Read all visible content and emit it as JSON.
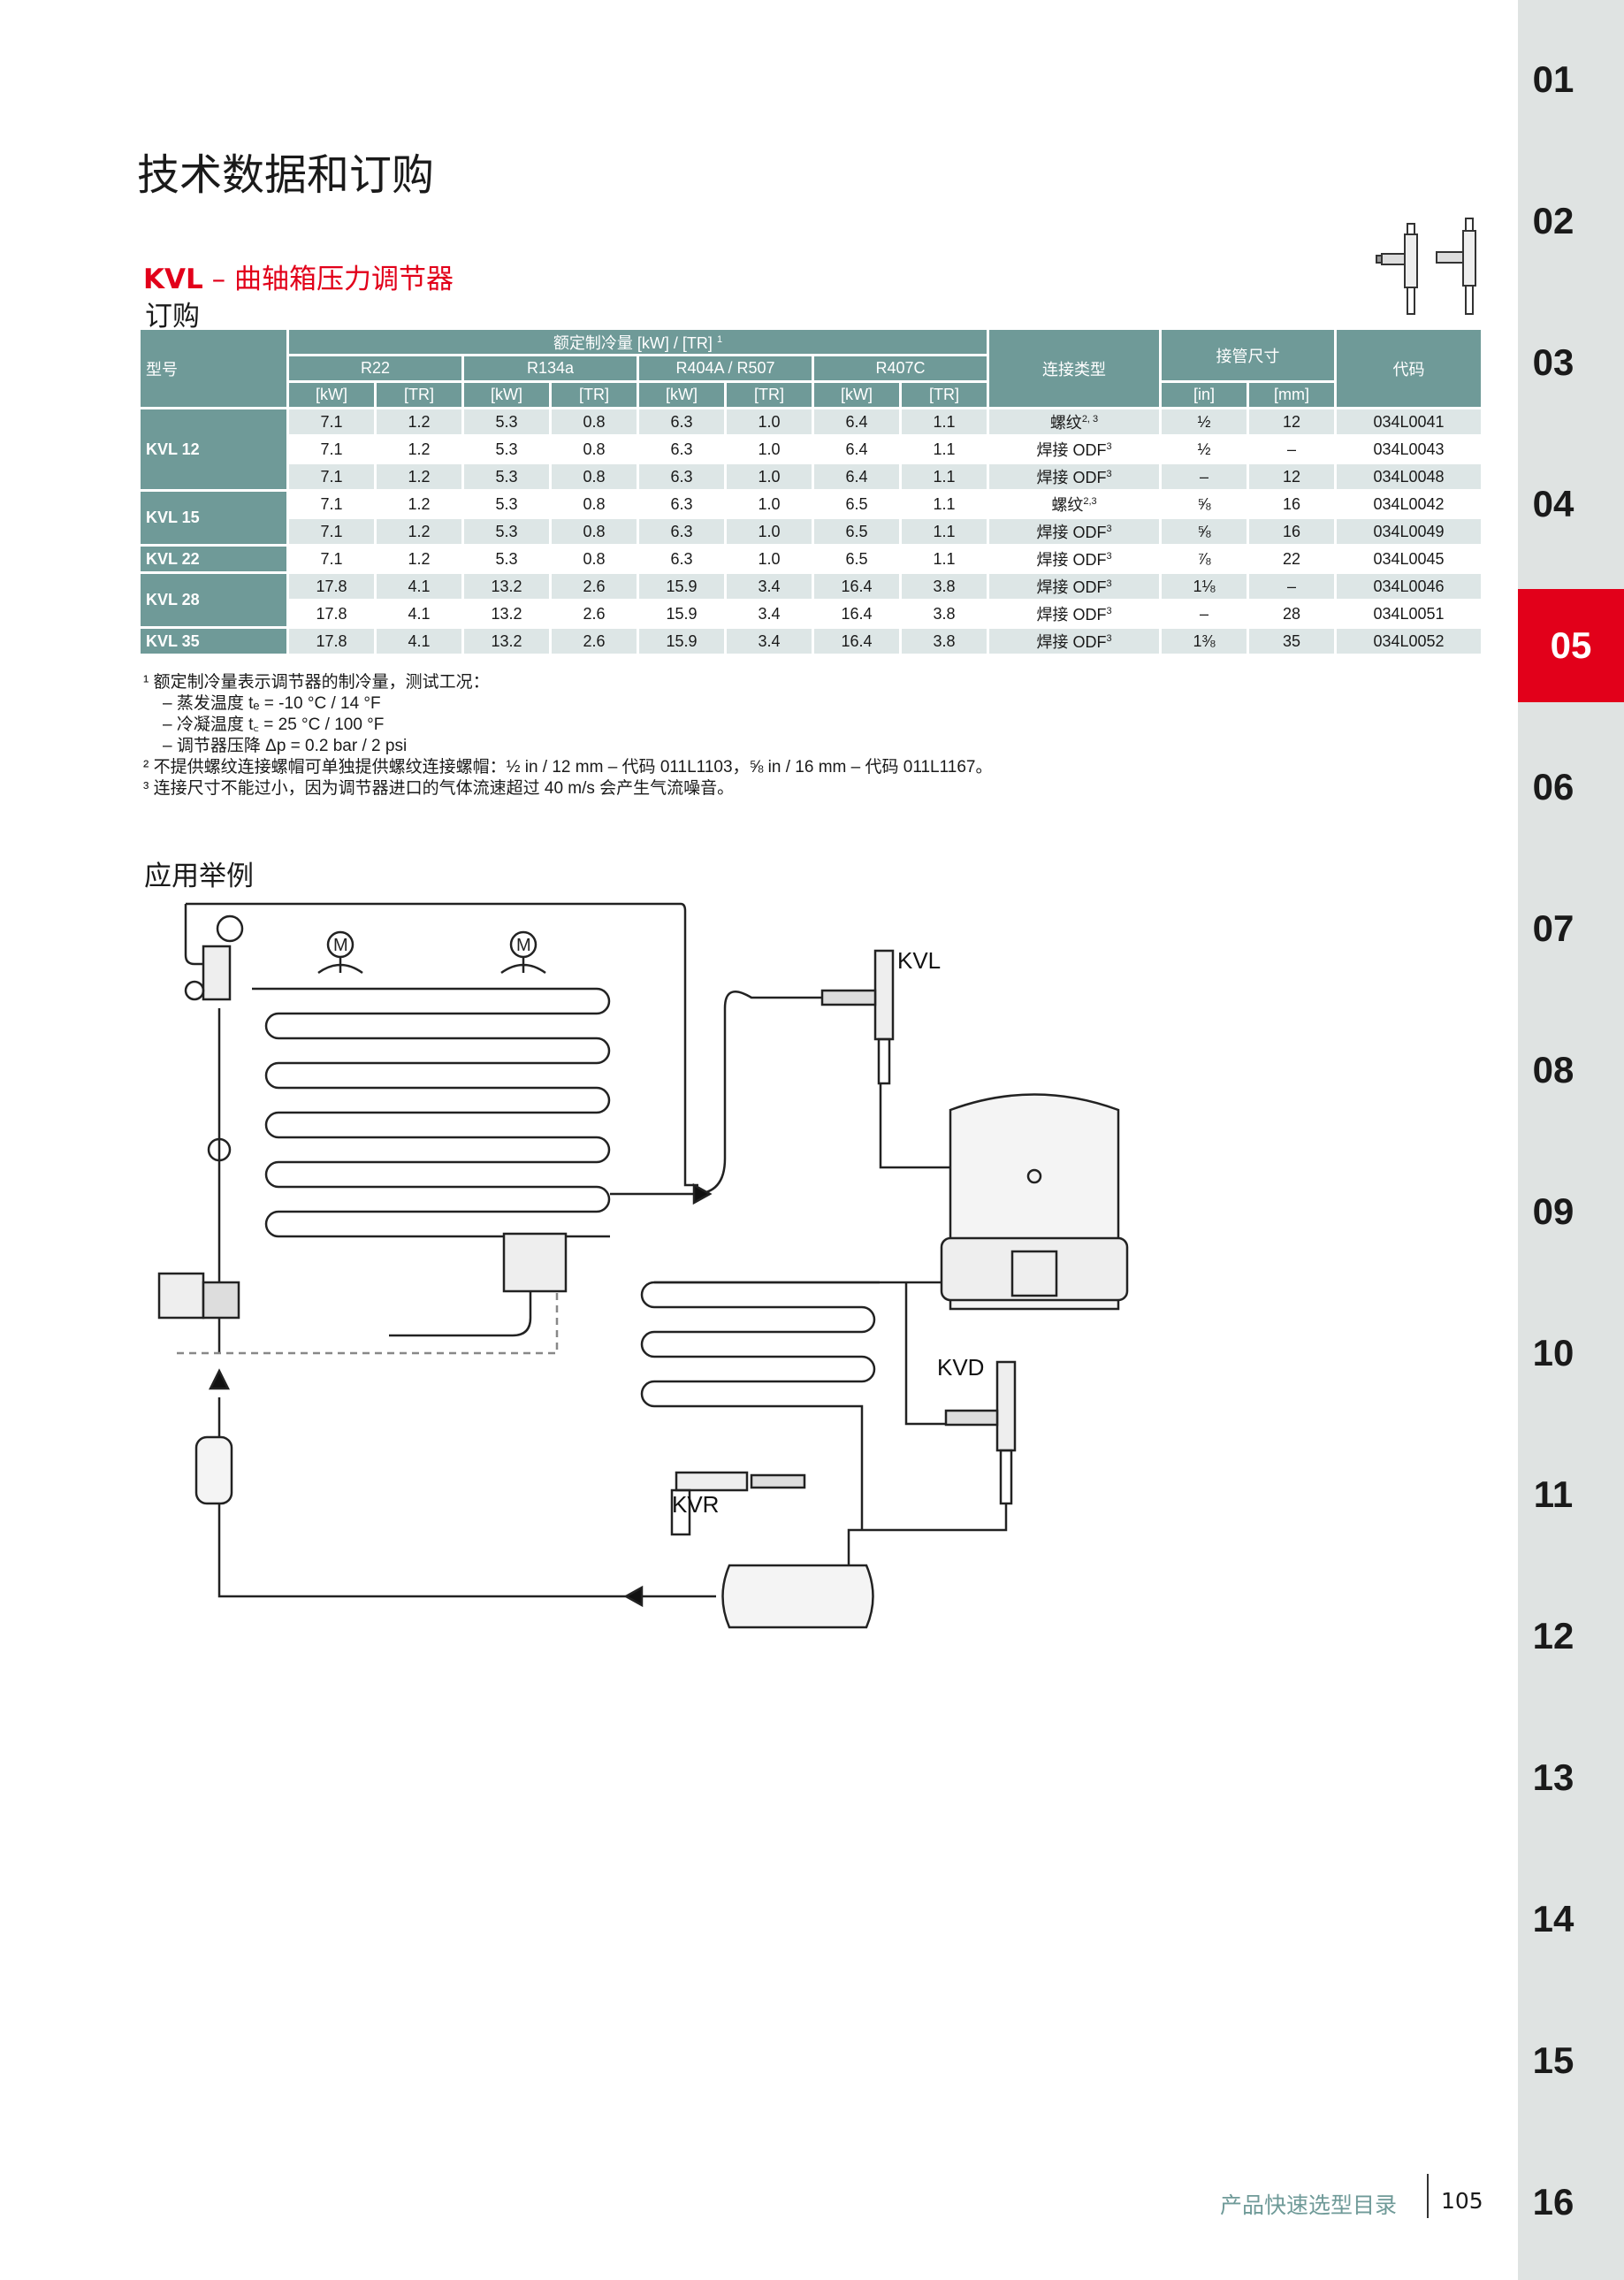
{
  "page_title": "技术数据和订购",
  "section": {
    "code": "KVL",
    "dash": " – ",
    "name": "曲轴箱压力调节器",
    "order_label": "订购"
  },
  "table": {
    "h_model": "型号",
    "h_capacity": "额定制冷量 [kW] / [TR]",
    "h_capacity_sup": "1",
    "refrigerants": [
      "R22",
      "R134a",
      "R404A / R507",
      "R407C"
    ],
    "unit_kw": "[kW]",
    "unit_tr": "[TR]",
    "h_conn": "连接类型",
    "h_size": "接管尺寸",
    "unit_in": "[in]",
    "unit_mm": "[mm]",
    "h_code": "代码",
    "rows": [
      {
        "model": "KVL 12",
        "v": [
          "7.1",
          "1.2",
          "5.3",
          "0.8",
          "6.3",
          "1.0",
          "6.4",
          "1.1"
        ],
        "conn": "螺纹",
        "sup": "2, 3",
        "in": "½",
        "mm": "12",
        "code": "034L0041"
      },
      {
        "model": "",
        "v": [
          "7.1",
          "1.2",
          "5.3",
          "0.8",
          "6.3",
          "1.0",
          "6.4",
          "1.1"
        ],
        "conn": "焊接 ODF",
        "sup": "3",
        "in": "½",
        "mm": "–",
        "code": "034L0043"
      },
      {
        "model": "",
        "v": [
          "7.1",
          "1.2",
          "5.3",
          "0.8",
          "6.3",
          "1.0",
          "6.4",
          "1.1"
        ],
        "conn": "焊接 ODF",
        "sup": "3",
        "in": "–",
        "mm": "12",
        "code": "034L0048"
      },
      {
        "model": "KVL 15",
        "v": [
          "7.1",
          "1.2",
          "5.3",
          "0.8",
          "6.3",
          "1.0",
          "6.5",
          "1.1"
        ],
        "conn": "螺纹",
        "sup": "2,3",
        "in": "⅝",
        "mm": "16",
        "code": "034L0042"
      },
      {
        "model": "",
        "v": [
          "7.1",
          "1.2",
          "5.3",
          "0.8",
          "6.3",
          "1.0",
          "6.5",
          "1.1"
        ],
        "conn": "焊接 ODF",
        "sup": "3",
        "in": "⅝",
        "mm": "16",
        "code": "034L0049"
      },
      {
        "model": "KVL 22",
        "v": [
          "7.1",
          "1.2",
          "5.3",
          "0.8",
          "6.3",
          "1.0",
          "6.5",
          "1.1"
        ],
        "conn": "焊接 ODF",
        "sup": "3",
        "in": "⅞",
        "mm": "22",
        "code": "034L0045"
      },
      {
        "model": "KVL 28",
        "v": [
          "17.8",
          "4.1",
          "13.2",
          "2.6",
          "15.9",
          "3.4",
          "16.4",
          "3.8"
        ],
        "conn": "焊接 ODF",
        "sup": "3",
        "in": "1⅛",
        "mm": "–",
        "code": "034L0046"
      },
      {
        "model": "",
        "v": [
          "17.8",
          "4.1",
          "13.2",
          "2.6",
          "15.9",
          "3.4",
          "16.4",
          "3.8"
        ],
        "conn": "焊接 ODF",
        "sup": "3",
        "in": "–",
        "mm": "28",
        "code": "034L0051"
      },
      {
        "model": "KVL 35",
        "v": [
          "17.8",
          "4.1",
          "13.2",
          "2.6",
          "15.9",
          "3.4",
          "16.4",
          "3.8"
        ],
        "conn": "焊接 ODF",
        "sup": "3",
        "in": "1⅜",
        "mm": "35",
        "code": "034L0052"
      }
    ]
  },
  "footnotes": [
    "¹ 额定制冷量表示调节器的制冷量，测试工况：",
    "– 蒸发温度 tₑ = -10 °C / 14 °F",
    "– 冷凝温度 t꜀ = 25 °C / 100 °F",
    "– 调节器压降 Δp = 0.2 bar / 2 psi",
    "² 不提供螺纹连接螺帽可单独提供螺纹连接螺帽：½ in / 12 mm – 代码 011L1103，⅝ in / 16 mm – 代码 011L1167。",
    "³ 连接尺寸不能过小，因为调节器进口的气体流速超过 40 m/s 会产生气流噪音。"
  ],
  "application_title": "应用举例",
  "diagram": {
    "kvl": "KVL",
    "kvd": "KVD",
    "kvr": "KVR",
    "motor": "M"
  },
  "sidebar": {
    "tabs": [
      "01",
      "02",
      "03",
      "04",
      "05",
      "06",
      "07",
      "08",
      "09",
      "10",
      "11",
      "12",
      "13",
      "14",
      "15",
      "16"
    ],
    "active": "05"
  },
  "footer": {
    "title": "产品快速选型目录",
    "page": "105"
  },
  "colors": {
    "accent": "#e2001a",
    "header": "#6f9a98",
    "row_light": "#dde6e6",
    "sidebar": "#dfe3e2"
  }
}
